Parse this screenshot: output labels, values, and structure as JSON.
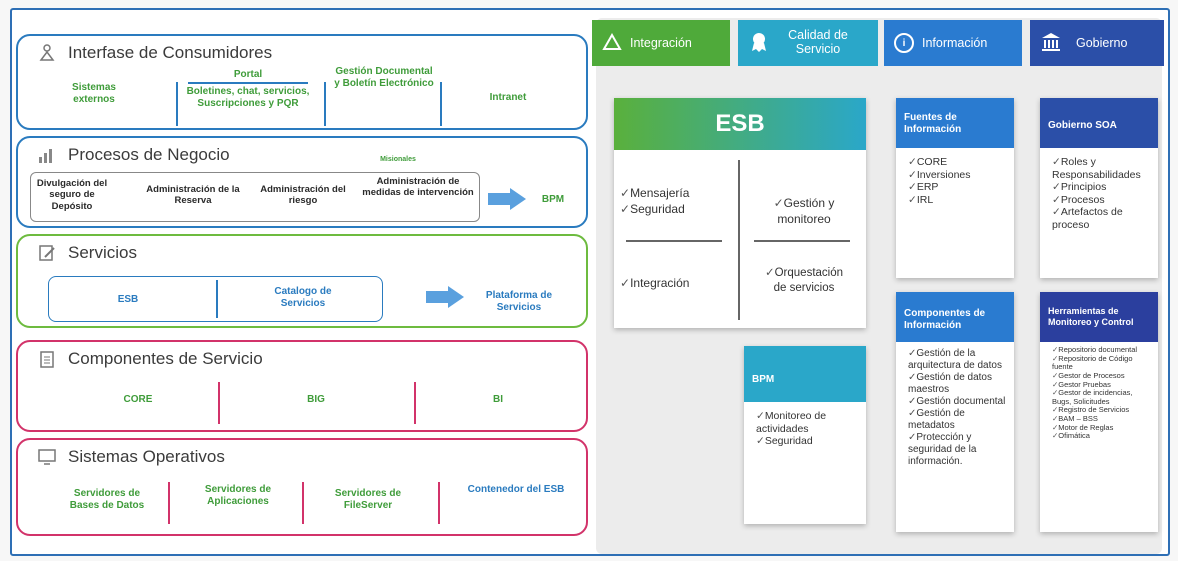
{
  "layers": {
    "consumidores": {
      "title": "Interfase de Consumidores",
      "sistemas": "Sistemas externos",
      "portal_title": "Portal",
      "portal_items": "Boletines, chat, servicios, Suscripciones y PQR",
      "gestion": "Gestión Documental y Boletín Electrónico",
      "intranet": "Intranet"
    },
    "procesos": {
      "title": "Procesos de Negocio",
      "misionales": "Misionales",
      "items": [
        "Divulgación del seguro de Depósito",
        "Administración de la Reserva",
        "Administración del riesgo",
        "Administración de medidas de intervención"
      ],
      "bpm": "BPM"
    },
    "servicios": {
      "title": "Servicios",
      "esb": "ESB",
      "catalogo": "Catalogo de Servicios",
      "plataforma": "Plataforma de Servicios"
    },
    "componentes": {
      "title": "Componentes de Servicio",
      "items": [
        "CORE",
        "BIG",
        "BI"
      ]
    },
    "sistemas_op": {
      "title": "Sistemas Operativos",
      "items": [
        "Servidores de Bases de Datos",
        "Servidores de Aplicaciones",
        "Servidores de FileServer",
        "Contenedor del ESB"
      ]
    }
  },
  "headers": {
    "integracion": "Integración",
    "calidad": "Calidad de Servicio",
    "informacion": "Información",
    "gobierno": "Gobierno"
  },
  "esb": {
    "title": "ESB",
    "q1": [
      "Mensajería",
      "Seguridad"
    ],
    "q2": [
      "Gestión y monitoreo"
    ],
    "q3": [
      "Integración"
    ],
    "q4": [
      "Orquestación de servicios"
    ]
  },
  "bpm": {
    "title": "BPM",
    "items": [
      "Monitoreo de actividades",
      "Seguridad"
    ]
  },
  "fuentes": {
    "title": "Fuentes de Información",
    "items": [
      "CORE",
      "Inversiones",
      "ERP",
      "IRL"
    ]
  },
  "comp_info": {
    "title": "Componentes de Información",
    "items": [
      "Gestión de la arquitectura de datos",
      "Gestión de datos maestros",
      "Gestión documental",
      "Gestión de metadatos",
      "Protección y seguridad de la información."
    ]
  },
  "gob_soa": {
    "title": "Gobierno SOA",
    "items": [
      "Roles y Responsabilidades",
      "Principios",
      "Procesos",
      "Artefactos de proceso"
    ]
  },
  "herramientas": {
    "title": "Herramientas de Monitoreo y Control",
    "items": [
      "Repositorio documental",
      "Repositorio de Código fuente",
      "Gestor de Procesos",
      "Gestor Pruebas",
      "Gestor de incidencias, Bugs, Solicitudes",
      "Registro de Servicios",
      "BAM – BSS",
      "Motor de Reglas",
      "Ofimática"
    ]
  },
  "colors": {
    "consumidores": "#2a7bbf",
    "procesos": "#2a7bbf",
    "servicios": "#6dbb3f",
    "componentes": "#d2336a",
    "sistemas_op": "#d2336a",
    "integracion": "#4faa3a",
    "calidad": "#2aa7c9",
    "informacion": "#2a7bd0",
    "gobierno": "#2b4fa8"
  }
}
